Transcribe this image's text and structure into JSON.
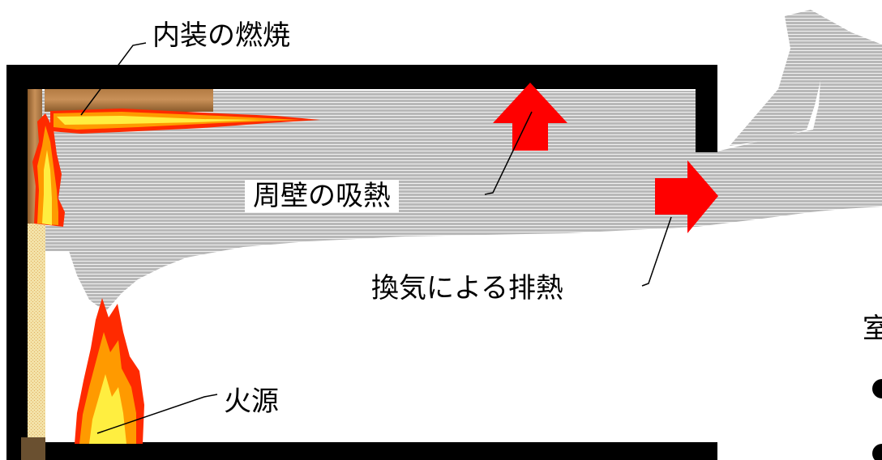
{
  "labels": {
    "interior_combustion": "内装の燃焼",
    "wall_heat_absorption": "周壁の吸熱",
    "ventilation_heat_exhaust": "換気による排熱",
    "fire_source": "火源",
    "side_text_fragment": "室"
  },
  "colors": {
    "wall": "#000000",
    "smoke_fill": "#b8b8b8",
    "smoke_stripe": "#f2f2f2",
    "wood": "#9a6a3a",
    "wood_light": "#c89058",
    "arrow_red": "#ff0000",
    "flame_outer": "#ff2a00",
    "flame_mid": "#ff9a00",
    "flame_inner": "#ffee40",
    "wall_panel": "#f3e2a8"
  },
  "icons": [
    "flame-icon",
    "up-arrow-icon",
    "right-arrow-icon",
    "bullet-dot-icon"
  ]
}
